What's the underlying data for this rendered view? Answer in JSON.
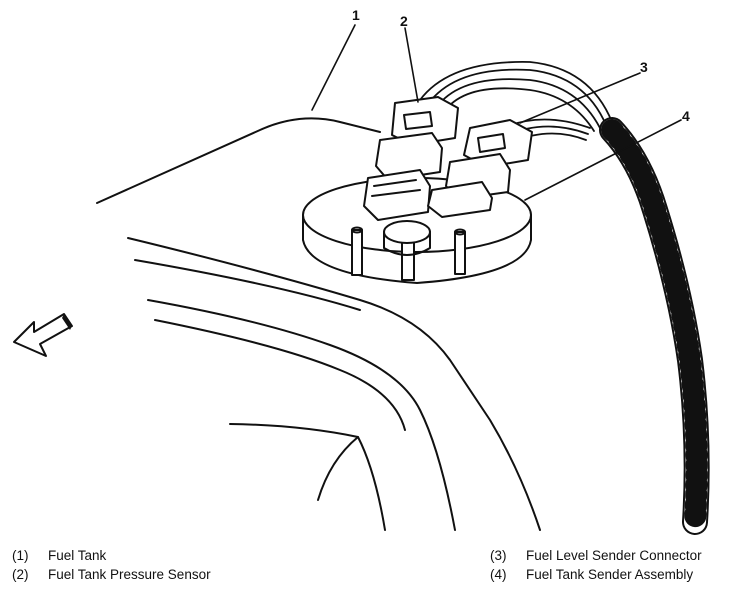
{
  "callouts": [
    {
      "number": "1",
      "label": "Fuel Tank"
    },
    {
      "number": "2",
      "label": "Fuel Tank Pressure Sensor"
    },
    {
      "number": "3",
      "label": "Fuel Level Sender Connector"
    },
    {
      "number": "4",
      "label": "Fuel Tank Sender Assembly"
    }
  ],
  "legend": {
    "left": [
      {
        "num": "(1)",
        "text": "Fuel Tank"
      },
      {
        "num": "(2)",
        "text": "Fuel Tank Pressure Sensor"
      }
    ],
    "right": [
      {
        "num": "(3)",
        "text": "Fuel Level Sender Connector"
      },
      {
        "num": "(4)",
        "text": "Fuel Tank Sender Assembly"
      }
    ]
  },
  "icons": {
    "direction_arrow": "arrow-forward-icon"
  }
}
